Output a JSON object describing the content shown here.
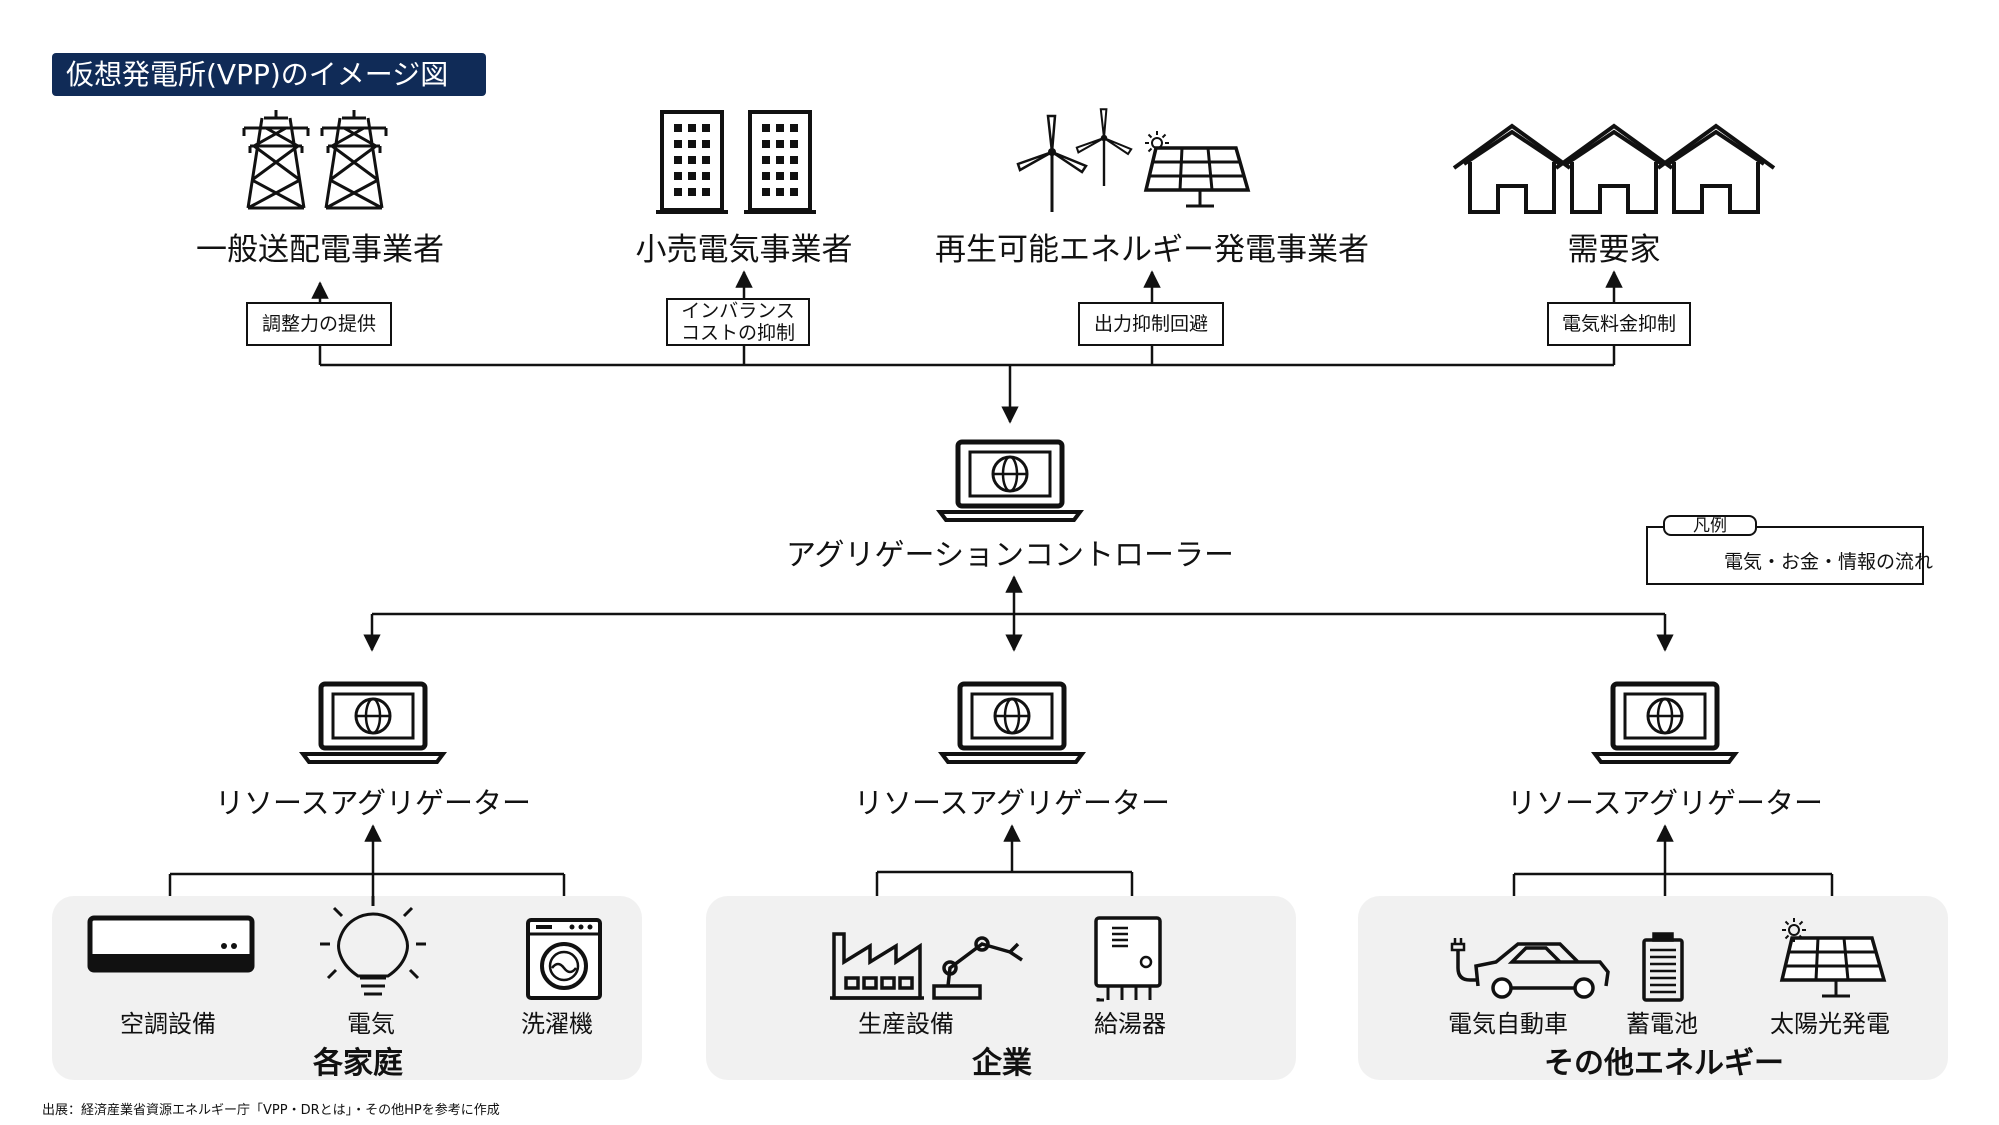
{
  "title": "仮想発電所(VPP)のイメージ図",
  "top_actors": [
    {
      "name": "一般送配電事業者",
      "icon": "transmission-tower-icon",
      "benefit": "調整力の提供"
    },
    {
      "name": "小売電気事業者",
      "icon": "office-building-icon",
      "benefit": "インバランスコストの抑制"
    },
    {
      "name": "再生可能エネルギー発電事業者",
      "icon": "wind-solar-icon",
      "benefit": "出力抑制回避"
    },
    {
      "name": "需要家",
      "icon": "house-icon",
      "benefit": "電気料金抑制"
    }
  ],
  "aggregation_controller": {
    "label": "アグリゲーションコントローラー",
    "icon": "laptop-globe-icon"
  },
  "resource_aggregators": [
    {
      "label": "リソースアグリゲーター",
      "group": "各家庭",
      "devices": [
        {
          "label": "空調設備",
          "icon": "air-conditioner-icon"
        },
        {
          "label": "電気",
          "icon": "light-bulb-icon"
        },
        {
          "label": "洗濯機",
          "icon": "washing-machine-icon"
        }
      ]
    },
    {
      "label": "リソースアグリゲーター",
      "group": "企業",
      "devices": [
        {
          "label": "生産設備",
          "icon": "factory-robot-icon"
        },
        {
          "label": "給湯器",
          "icon": "water-heater-icon"
        }
      ]
    },
    {
      "label": "リソースアグリゲーター",
      "group": "その他エネルギー",
      "devices": [
        {
          "label": "電気自動車",
          "icon": "electric-car-icon"
        },
        {
          "label": "蓄電池",
          "icon": "battery-icon"
        },
        {
          "label": "太陽光発電",
          "icon": "solar-panel-icon"
        }
      ]
    }
  ],
  "legend": {
    "title": "凡例",
    "item": "電気・お金・情報の流れ"
  },
  "source": "出展：経済産業省資源エネルギー庁「VPP・DRとは」・その他HPを参考に作成",
  "colors": {
    "title_bg": "#102b57",
    "panel_bg": "#f1f1f1",
    "line": "#111111"
  }
}
